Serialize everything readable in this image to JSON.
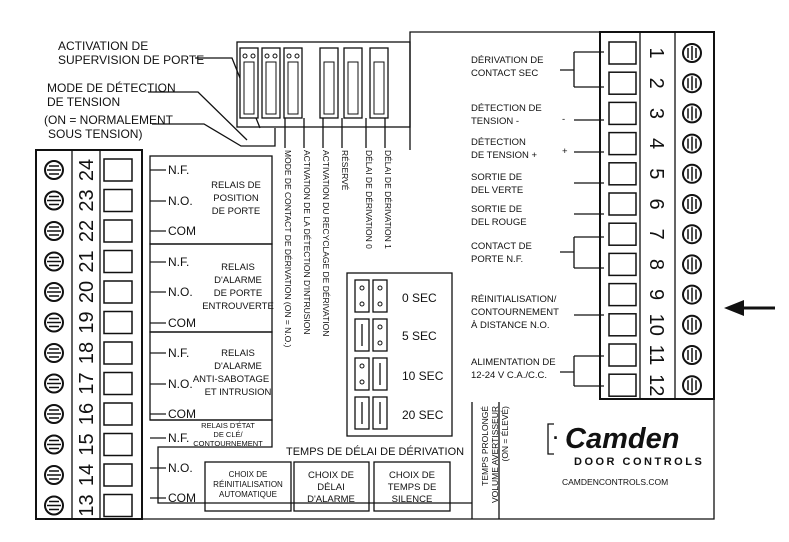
{
  "top_left_labels": {
    "activation_supervision": [
      "ACTIVATION DE",
      "SUPERVISION DE PORTE"
    ],
    "mode_detection": [
      "MODE DE DÉTECTION",
      "DE TENSION"
    ],
    "on_normalement": [
      "(ON = NORMALEMENT",
      "SOUS TENSION)"
    ]
  },
  "dip_switch_labels": [
    "MODE DE CONTACT DE DÉRIVATION (ON = N.O.)",
    "ACTIVATION DE LA DÉTECTION D'INTRUSION",
    "ACTIVATION DU RECYCLAGE DE DÉRIVATION",
    "RÉSERVÉ",
    "DÉLAI DE DÉRIVATION 0",
    "DÉLAI DE DÉRIVATION 1"
  ],
  "delay_options": [
    "0 SEC",
    "5 SEC",
    "10 SEC",
    "20 SEC"
  ],
  "delay_title": "TEMPS DE DÉLAI DE DÉRIVATION",
  "left_terminal_numbers": [
    "24",
    "23",
    "22",
    "21",
    "20",
    "19",
    "18",
    "17",
    "16",
    "15",
    "14",
    "13"
  ],
  "right_terminal_numbers": [
    "1",
    "2",
    "3",
    "4",
    "5",
    "6",
    "7",
    "8",
    "9",
    "10",
    "11",
    "12"
  ],
  "relay_contacts": [
    "N.F.",
    "N.O.",
    "COM",
    "N.F.",
    "N.O.",
    "COM",
    "N.F.",
    "N.O.",
    "COM",
    "N.F.",
    "N.O.",
    "COM"
  ],
  "relay_groups": [
    {
      "lines": [
        "RELAIS DE",
        "POSITION",
        "DE PORTE"
      ]
    },
    {
      "lines": [
        "RELAIS",
        "D'ALARME",
        "DE PORTE",
        "ENTROUVERTE"
      ]
    },
    {
      "lines": [
        "RELAIS",
        "D'ALARME",
        "ANTI-SABOTAGE",
        "ET INTRUSION"
      ]
    },
    {
      "lines": [
        "RELAIS D'ÉTAT",
        "DE CLÉ/",
        "CONTOURNEMENT"
      ]
    }
  ],
  "bottom_boxes": [
    {
      "lines": [
        "CHOIX DE",
        "RÉINITIALISATION",
        "AUTOMATIQUE"
      ]
    },
    {
      "lines": [
        "CHOIX DE",
        "DÉLAI",
        "D'ALARME"
      ]
    },
    {
      "lines": [
        "CHOIX DE",
        "TEMPS DE",
        "SILENCE"
      ]
    }
  ],
  "right_labels": [
    [
      "DÉRIVATION DE",
      "CONTACT SEC"
    ],
    [
      "DÉTECTION DE",
      "TENSION -"
    ],
    [
      "DÉTECTION",
      "DE TENSION +"
    ],
    [
      "SORTIE DE",
      "DEL VERTE"
    ],
    [
      "SORTIE DE",
      "DEL ROUGE"
    ],
    [
      "CONTACT DE",
      "PORTE N.F."
    ],
    [
      "RÉINITIALISATION/",
      "CONTOURNEMENT",
      "À DISTANCE N.O."
    ],
    [
      "ALIMENTATION DE",
      "12-24 V C.A./C.C."
    ]
  ],
  "polarity": {
    "minus": "-",
    "plus": "+"
  },
  "jumper_labels": [
    "TEMPS PROLONGÉ",
    "VOLUME AVERTISSEUR",
    "(ON = ÉLEVÉ)"
  ],
  "brand": {
    "name": "Camden",
    "sub": "DOOR CONTROLS",
    "url": "CAMDENCONTROLS.COM"
  }
}
